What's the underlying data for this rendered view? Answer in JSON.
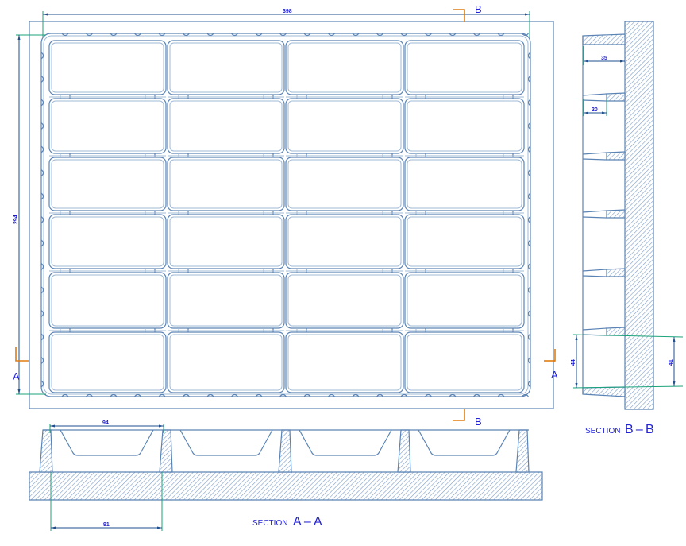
{
  "drawing": {
    "colors": {
      "outline": "#5b84b5",
      "dimension": "#1f4f8c",
      "extension": "#1aa37a",
      "section_marker": "#e07d10",
      "text": "#2323d8"
    },
    "plan_view": {
      "grid_rows": 6,
      "grid_cols": 4,
      "overall_width_dim": "398",
      "overall_height_dim": "294",
      "section_markers": {
        "a_left": "A",
        "a_right": "A",
        "b_top": "B",
        "b_bottom": "B"
      }
    },
    "section_aa": {
      "title_small": "SECTION",
      "title_big": "A – A",
      "dim_top": "94",
      "dim_bottom": "91"
    },
    "section_bb": {
      "title_small": "SECTION",
      "title_big": "B – B",
      "dim_width_outer": "35",
      "dim_width_inner": "20",
      "dim_height_left": "44",
      "dim_height_right": "41"
    }
  }
}
